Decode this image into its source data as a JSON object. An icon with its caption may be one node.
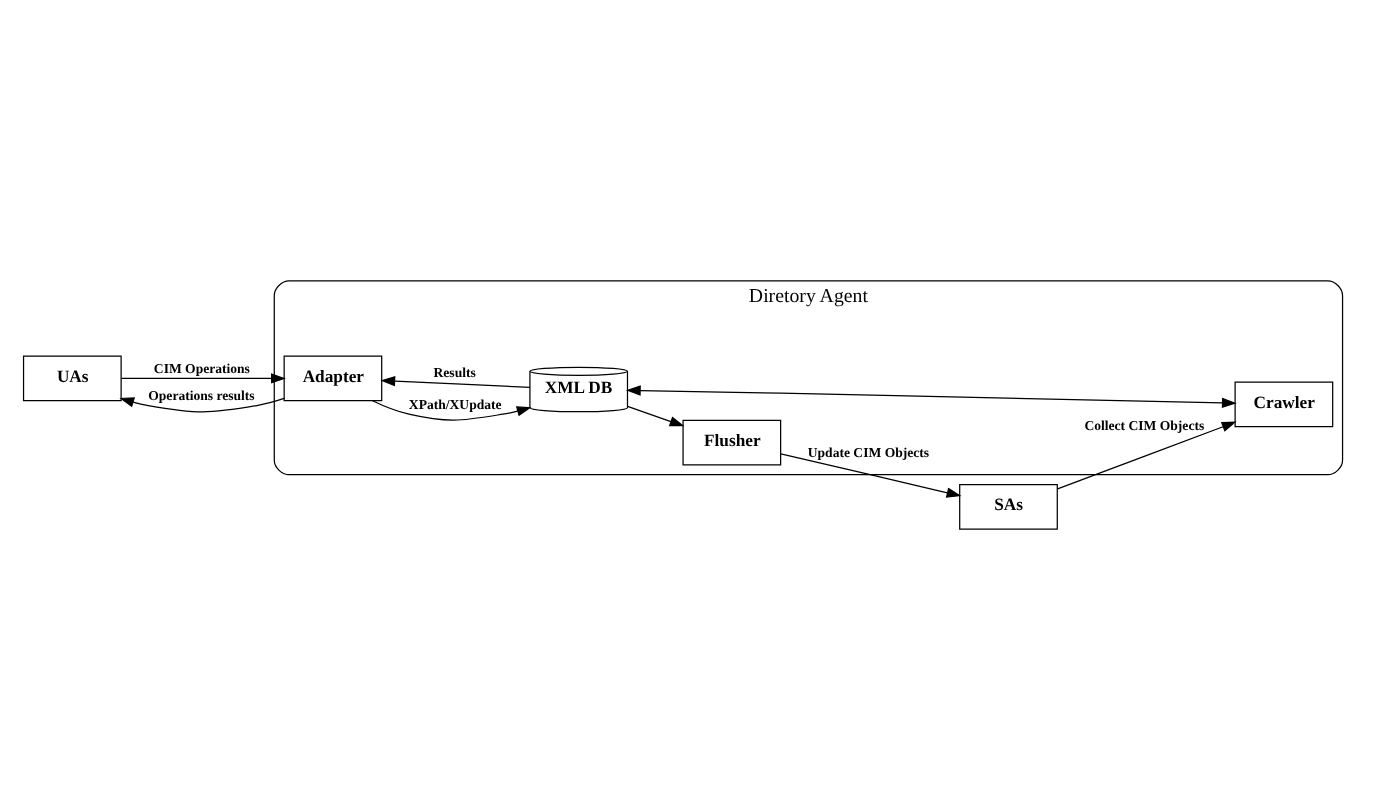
{
  "diagram": {
    "nodes": [
      {
        "text": [
          "Diretory Agent"
        ]
      },
      {
        "text": [
          "UAs"
        ]
      },
      {
        "text": [
          "Adapter"
        ],
        "in": 0
      },
      {
        "text": [
          "XML DB"
        ],
        "in": 0
      },
      {
        "text": [
          "Crawler"
        ],
        "in": 0
      },
      {
        "text": [
          "Flusher"
        ],
        "in": 0
      },
      {
        "text": [
          "SAs"
        ]
      }
    ],
    "edges": [
      {
        "from": 1,
        "to": 2,
        "arrow": "to",
        "label": "CIM Operations"
      },
      {
        "from": 2,
        "to": 1,
        "arrow": "to",
        "label": "Operations results"
      },
      {
        "from": 2,
        "to": 3,
        "arrow": "to",
        "label": "XPath/XUpdate"
      },
      {
        "from": 3,
        "to": 2,
        "arrow": "to",
        "label": "Results"
      },
      {
        "from": 3,
        "to": 4,
        "arrow": "both"
      },
      {
        "from": 3,
        "to": 5,
        "arrow": "to"
      },
      {
        "from": 6,
        "to": 4,
        "arrow": "to",
        "label": "Collect CIM Objects"
      },
      {
        "from": 5,
        "to": 6,
        "arrow": "to",
        "label": "Update CIM Objects"
      }
    ]
  }
}
